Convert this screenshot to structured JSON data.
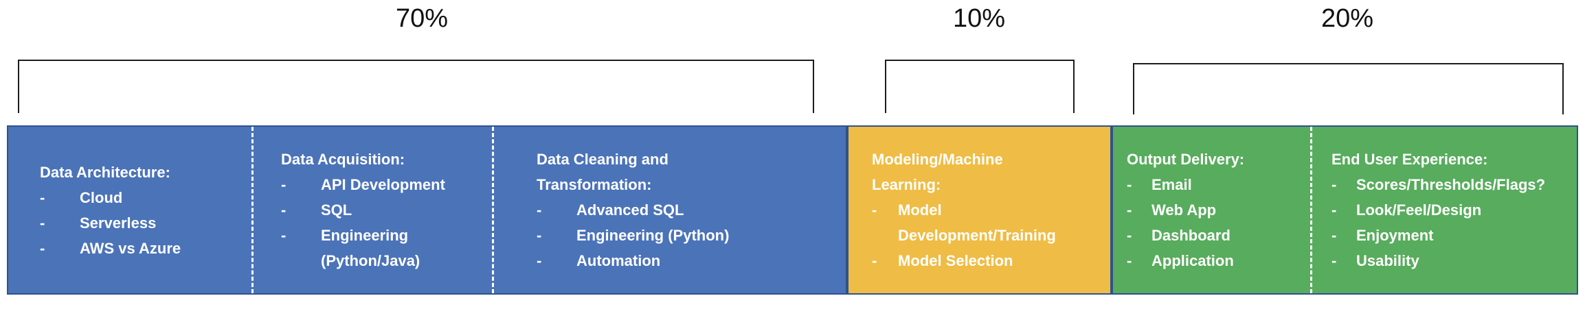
{
  "bullet": "-",
  "colors": {
    "blue": "#4B73B8",
    "yellow": "#EFBC45",
    "green": "#58AC5D",
    "border": "#2F528F",
    "bracket": "#1c1c1c"
  },
  "brackets": [
    {
      "label": "70%"
    },
    {
      "label": "10%"
    },
    {
      "label": "20%"
    }
  ],
  "segments": [
    {
      "heading": "Data Architecture:",
      "items": [
        "Cloud",
        "Serverless",
        "AWS vs Azure"
      ]
    },
    {
      "heading": "Data Acquisition:",
      "items": [
        "API Development",
        "SQL",
        "Engineering (Python/Java)"
      ]
    },
    {
      "heading": "Data Cleaning and Transformation:",
      "items": [
        "Advanced SQL",
        "Engineering (Python)",
        "Automation"
      ]
    },
    {
      "heading": "Modeling/Machine Learning:",
      "items": [
        "Model Development/Training",
        "Model Selection"
      ]
    },
    {
      "heading": "Output Delivery:",
      "items": [
        "Email",
        "Web App",
        "Dashboard",
        "Application"
      ]
    },
    {
      "heading": "End User Experience:",
      "items": [
        "Scores/Thresholds/Flags?",
        "Look/Feel/Design",
        "Enjoyment",
        "Usability"
      ]
    }
  ]
}
